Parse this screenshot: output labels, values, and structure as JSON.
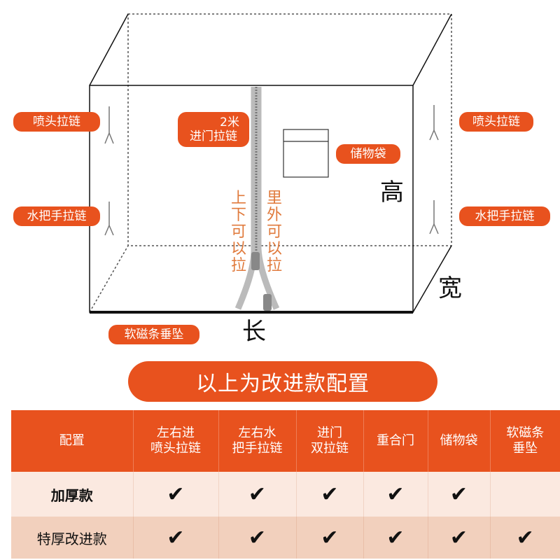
{
  "labels": {
    "shower_zipper_left": "喷头拉链",
    "shower_zipper_right": "喷头拉链",
    "handle_zipper_left": "水把手拉链",
    "handle_zipper_right": "水把手拉链",
    "door_zipper_line1": "2米",
    "door_zipper_line2": "进门拉链",
    "storage_bag": "储物袋",
    "magnet_weight": "软磁条垂坠",
    "height": "高",
    "width": "宽",
    "length": "长",
    "zipper_text_left": "上下可以拉",
    "zipper_text_right": "里外可以拉"
  },
  "banner": "以上为改进款配置",
  "table": {
    "headers": [
      [
        "配置"
      ],
      [
        "左右进",
        "喷头拉链"
      ],
      [
        "左右水",
        "把手拉链"
      ],
      [
        "进门",
        "双拉链"
      ],
      [
        "重合门"
      ],
      [
        "储物袋"
      ],
      [
        "软磁条",
        "垂坠"
      ]
    ],
    "rows": [
      {
        "label": "加厚款",
        "checks": [
          true,
          true,
          true,
          true,
          true,
          false
        ]
      },
      {
        "label": "特厚改进款",
        "checks": [
          true,
          true,
          true,
          true,
          true,
          true
        ]
      }
    ],
    "check_symbol": "✔"
  },
  "colors": {
    "accent": "#e8521e",
    "vertical_text": "#e07a3c",
    "row1_bg": "#fbe9e0",
    "row2_bg": "#f2d0bd"
  }
}
